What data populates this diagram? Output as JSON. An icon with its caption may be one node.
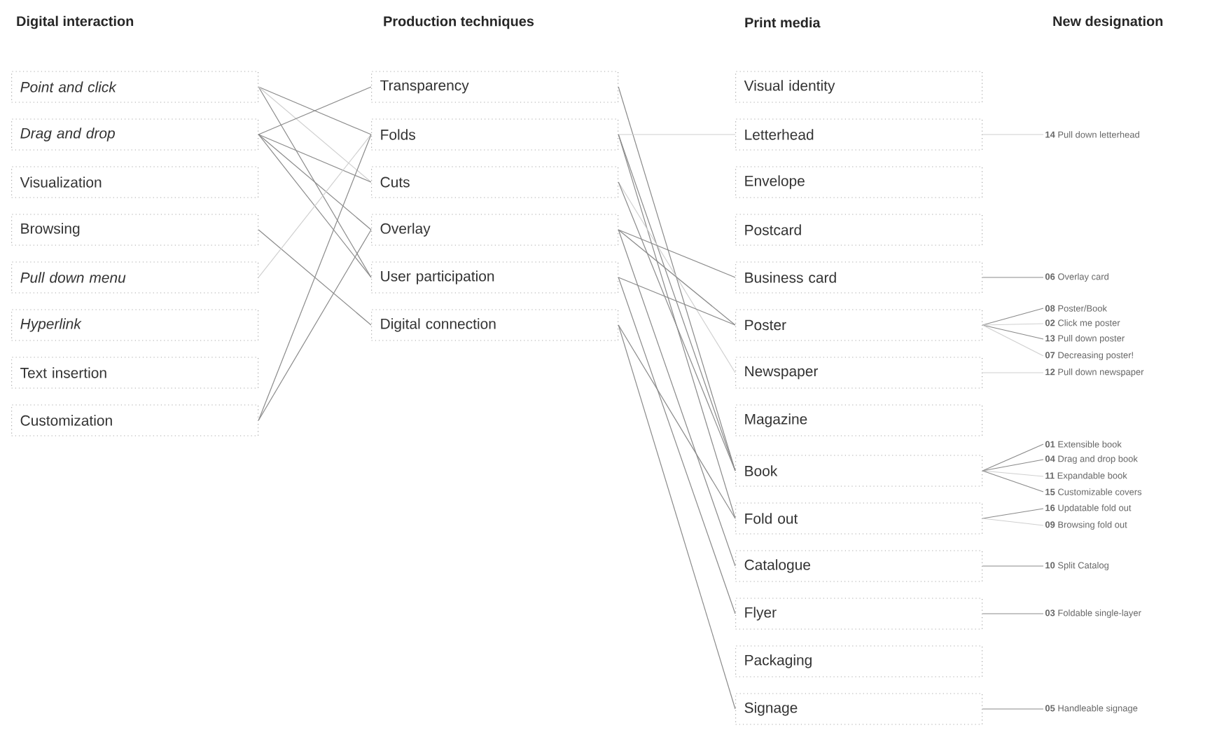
{
  "diagram": {
    "nodes": [
      {
        "text": [
          "Point and click"
        ]
      },
      {
        "text": [
          "Drag and drop"
        ]
      },
      {
        "text": [
          "Visualization"
        ]
      },
      {
        "text": [
          "Browsing"
        ]
      },
      {
        "text": [
          "Pull down menu"
        ]
      },
      {
        "text": [
          "Hyperlink"
        ]
      },
      {
        "text": [
          "Text insertion"
        ]
      },
      {
        "text": [
          "Customization"
        ]
      },
      {
        "text": [
          "Transparency"
        ]
      },
      {
        "text": [
          "Folds"
        ]
      },
      {
        "text": [
          "Cuts"
        ]
      },
      {
        "text": [
          "Overlay"
        ]
      },
      {
        "text": [
          "User participation"
        ]
      },
      {
        "text": [
          "Digital connection"
        ]
      },
      {
        "text": [
          "Visual identity"
        ]
      },
      {
        "text": [
          "Letterhead"
        ]
      },
      {
        "text": [
          "Envelope"
        ]
      },
      {
        "text": [
          "Postcard"
        ]
      },
      {
        "text": [
          "Business card"
        ]
      },
      {
        "text": [
          "Poster"
        ]
      },
      {
        "text": [
          "Newspaper"
        ]
      },
      {
        "text": [
          "Magazine"
        ]
      },
      {
        "text": [
          "Book"
        ]
      },
      {
        "text": [
          "Fold out"
        ]
      },
      {
        "text": [
          "Catalogue"
        ]
      },
      {
        "text": [
          "Flyer"
        ]
      },
      {
        "text": [
          "Packaging"
        ]
      },
      {
        "text": [
          "Signage"
        ]
      },
      {
        "text": [
          "**14** Pull down letterhead"
        ]
      },
      {
        "text": [
          "**06** Overlay card"
        ]
      },
      {
        "text": [
          "**08** Poster/Book"
        ]
      },
      {
        "text": [
          "**02** Click me poster"
        ]
      },
      {
        "text": [
          "**13** Pull down poster"
        ]
      },
      {
        "text": [
          "**07** Decreasing poster!"
        ]
      },
      {
        "text": [
          "**12** Pull down newspaper"
        ]
      },
      {
        "text": [
          "**01** Extensible book"
        ]
      },
      {
        "text": [
          "**04** Drag and drop book"
        ]
      },
      {
        "text": [
          "**11** Expandable book"
        ]
      },
      {
        "text": [
          "**15** Customizable covers"
        ]
      },
      {
        "text": [
          "**16** Updatable fold out"
        ]
      },
      {
        "text": [
          "**09** Browsing fold out"
        ]
      },
      {
        "text": [
          "**10** Split Catalog"
        ]
      },
      {
        "text": [
          "**03** Foldable single-layer"
        ]
      },
      {
        "text": [
          "**05** Handleable signage"
        ]
      }
    ],
    "edges": [
      {
        "from": 0,
        "to": 9,
        "arrow": "none"
      },
      {
        "from": 0,
        "to": 12,
        "arrow": "none"
      },
      {
        "from": 0,
        "to": 10,
        "arrow": "none",
        "color": "#d0d0d0"
      },
      {
        "from": 1,
        "to": 8,
        "arrow": "none"
      },
      {
        "from": 1,
        "to": 10,
        "arrow": "none"
      },
      {
        "from": 1,
        "to": 11,
        "arrow": "none"
      },
      {
        "from": 1,
        "to": 12,
        "arrow": "none"
      },
      {
        "from": 3,
        "to": 13,
        "arrow": "none"
      },
      {
        "from": 4,
        "to": 9,
        "arrow": "none",
        "color": "#d0d0d0"
      },
      {
        "from": 7,
        "to": 9,
        "arrow": "none"
      },
      {
        "from": 7,
        "to": 11,
        "arrow": "none"
      },
      {
        "from": 8,
        "to": 22,
        "arrow": "none"
      },
      {
        "from": 9,
        "to": 15,
        "arrow": "none",
        "color": "#d0d0d0"
      },
      {
        "from": 9,
        "to": 22,
        "arrow": "none"
      },
      {
        "from": 9,
        "to": 23,
        "arrow": "none"
      },
      {
        "from": 10,
        "to": 20,
        "arrow": "none",
        "color": "#d0d0d0"
      },
      {
        "from": 10,
        "to": 22,
        "arrow": "none"
      },
      {
        "from": 11,
        "to": 18,
        "arrow": "none"
      },
      {
        "from": 11,
        "to": 19,
        "arrow": "none"
      },
      {
        "from": 11,
        "to": 24,
        "arrow": "none"
      },
      {
        "from": 12,
        "to": 19,
        "arrow": "none"
      },
      {
        "from": 12,
        "to": 25,
        "arrow": "none"
      },
      {
        "from": 13,
        "to": 23,
        "arrow": "none"
      },
      {
        "from": 13,
        "to": 27,
        "arrow": "none"
      },
      {
        "from": 15,
        "to": 28,
        "arrow": "none",
        "color": "#d0d0d0"
      },
      {
        "from": 18,
        "to": 29,
        "arrow": "none"
      },
      {
        "from": 19,
        "to": 30,
        "arrow": "none"
      },
      {
        "from": 19,
        "to": 31,
        "arrow": "none",
        "color": "#d0d0d0"
      },
      {
        "from": 19,
        "to": 32,
        "arrow": "none"
      },
      {
        "from": 19,
        "to": 33,
        "arrow": "none",
        "color": "#d0d0d0"
      },
      {
        "from": 20,
        "to": 34,
        "arrow": "none",
        "color": "#d0d0d0"
      },
      {
        "from": 22,
        "to": 35,
        "arrow": "none"
      },
      {
        "from": 22,
        "to": 36,
        "arrow": "none"
      },
      {
        "from": 22,
        "to": 37,
        "arrow": "none",
        "color": "#d0d0d0"
      },
      {
        "from": 22,
        "to": 38,
        "arrow": "none"
      },
      {
        "from": 23,
        "to": 39,
        "arrow": "none"
      },
      {
        "from": 23,
        "to": 40,
        "arrow": "none",
        "color": "#d0d0d0"
      },
      {
        "from": 24,
        "to": 41,
        "arrow": "none"
      },
      {
        "from": 25,
        "to": 42,
        "arrow": "none"
      },
      {
        "from": 27,
        "to": 43,
        "arrow": "none"
      }
    ],
    "labels": [
      "Digital interaction",
      "Production techniques",
      "Print media",
      "New designation"
    ]
  }
}
